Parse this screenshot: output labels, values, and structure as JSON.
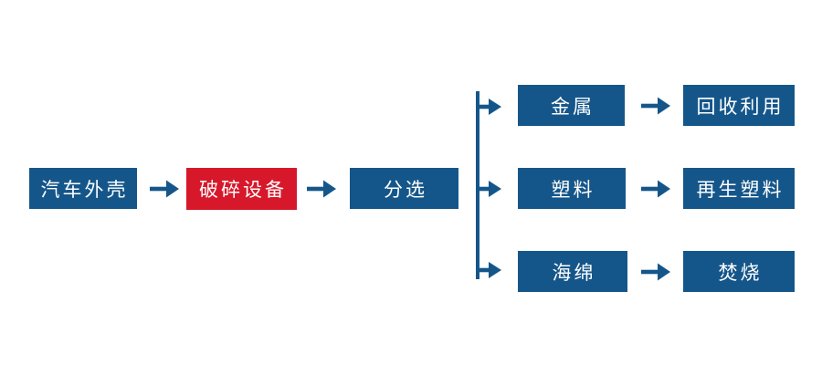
{
  "diagram": {
    "type": "flowchart",
    "colors": {
      "node_blue": "#15568a",
      "node_red": "#d7182b",
      "node_text": "#ffffff",
      "connector": "#15568a",
      "background": "#ffffff"
    },
    "main_flow": [
      {
        "label": "汽车外壳",
        "style": "blue"
      },
      {
        "label": "破碎设备",
        "style": "red"
      },
      {
        "label": "分选",
        "style": "blue"
      }
    ],
    "branches": [
      {
        "source": {
          "label": "金属",
          "style": "blue"
        },
        "target": {
          "label": "回收利用",
          "style": "blue"
        }
      },
      {
        "source": {
          "label": "塑料",
          "style": "blue"
        },
        "target": {
          "label": "再生塑料",
          "style": "blue"
        }
      },
      {
        "source": {
          "label": "海绵",
          "style": "blue"
        },
        "target": {
          "label": "焚烧",
          "style": "blue"
        }
      }
    ],
    "icons": {
      "flow_arrow": "right-arrow",
      "branch_connector": "vertical-line"
    }
  }
}
